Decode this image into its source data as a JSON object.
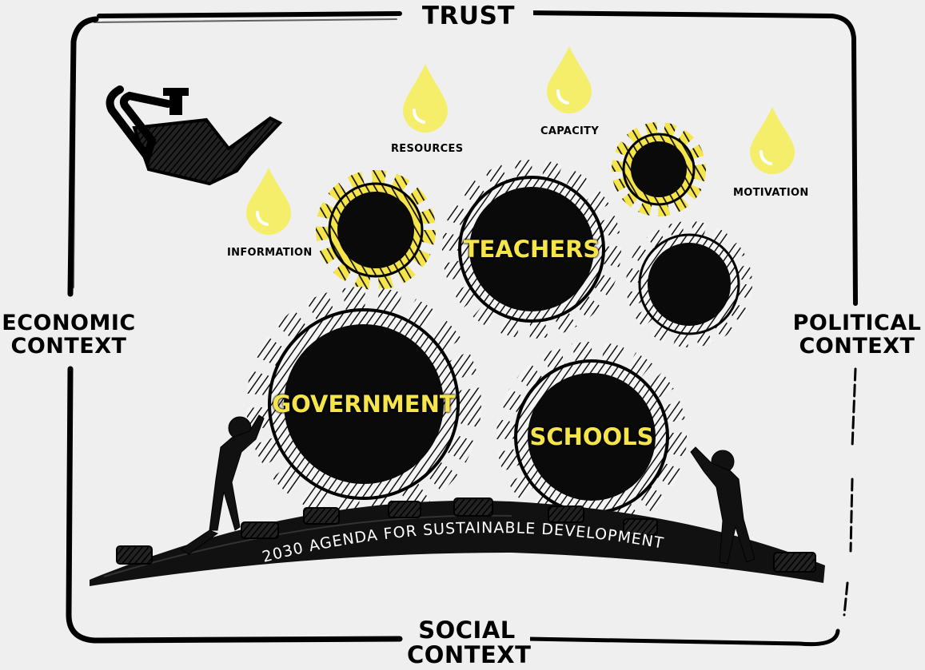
{
  "context": {
    "top": "TRUST",
    "bottom": "SOCIAL\nCONTEXT",
    "left": "ECONOMIC\nCONTEXT",
    "right": "POLITICAL\nCONTEXT"
  },
  "oil_drops": [
    "INFORMATION",
    "RESOURCES",
    "CAPACITY",
    "MOTIVATION"
  ],
  "gears": {
    "teachers": "TEACHERS",
    "government": "GOVERNMENT",
    "schools": "SCHOOLS"
  },
  "road_text": "2030 AGENDA FOR SUSTAINABLE DEVELOPMENT",
  "colors": {
    "background": "#efefef",
    "ink": "#000000",
    "accent_yellow": "#f5e44a",
    "gear_dark": "#0a0a0a"
  }
}
